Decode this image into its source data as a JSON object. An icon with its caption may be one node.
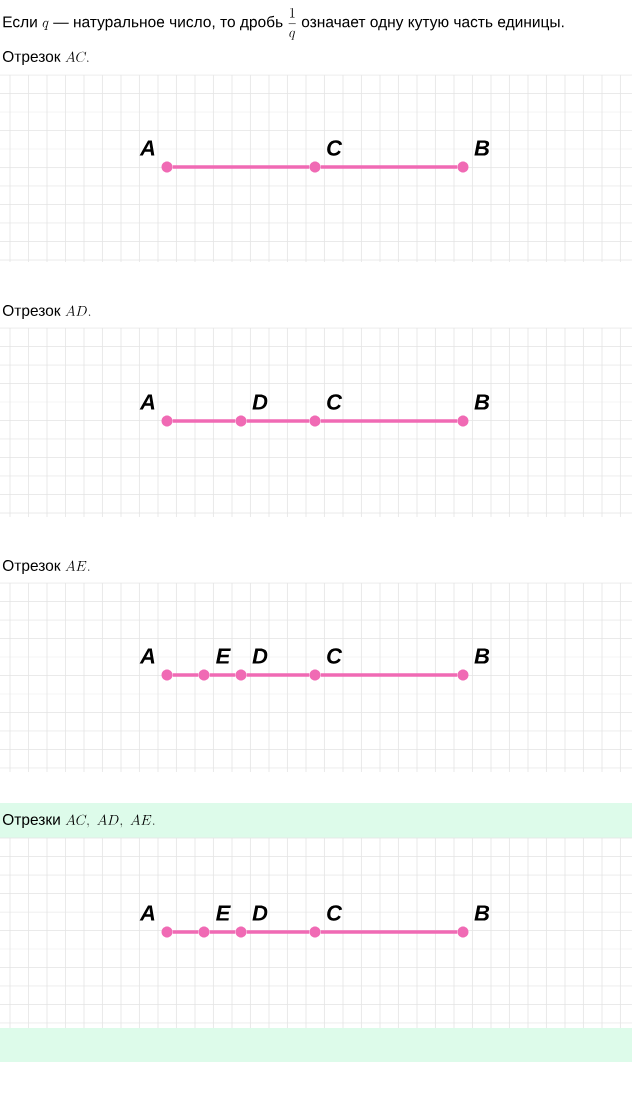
{
  "diagram": {
    "nodes": [
      {
        "text": [],
        "shape": "circle",
        "beside": [
          "A"
        ]
      },
      {
        "text": [],
        "shape": "circle",
        "beside": [
          "C"
        ]
      },
      {
        "text": [],
        "shape": "circle",
        "beside": [
          "B"
        ]
      },
      {
        "text": [],
        "shape": "circle",
        "beside": [
          "A"
        ]
      },
      {
        "text": [],
        "shape": "circle",
        "beside": [
          "D"
        ]
      },
      {
        "text": [],
        "shape": "circle",
        "beside": [
          "C"
        ]
      },
      {
        "text": [],
        "shape": "circle",
        "beside": [
          "B"
        ]
      },
      {
        "text": [],
        "shape": "circle",
        "beside": [
          "A"
        ]
      },
      {
        "text": [],
        "shape": "circle",
        "beside": [
          "E"
        ]
      },
      {
        "text": [],
        "shape": "circle",
        "beside": [
          "D"
        ]
      },
      {
        "text": [],
        "shape": "circle",
        "beside": [
          "C"
        ]
      },
      {
        "text": [],
        "shape": "circle",
        "beside": [
          "B"
        ]
      },
      {
        "text": [],
        "shape": "circle",
        "beside": [
          "A"
        ]
      },
      {
        "text": [],
        "shape": "circle",
        "beside": [
          "E"
        ]
      },
      {
        "text": [],
        "shape": "circle",
        "beside": [
          "D"
        ]
      },
      {
        "text": [],
        "shape": "circle",
        "beside": [
          "C"
        ]
      },
      {
        "text": [],
        "shape": "circle",
        "beside": [
          "B"
        ]
      }
    ],
    "edges": [
      {
        "from": 0,
        "to": 1,
        "arrow": "none"
      },
      {
        "from": 1,
        "to": 2,
        "arrow": "none"
      },
      {
        "from": 3,
        "to": 4,
        "arrow": "none"
      },
      {
        "from": 4,
        "to": 5,
        "arrow": "none"
      },
      {
        "from": 5,
        "to": 6,
        "arrow": "none"
      },
      {
        "from": 7,
        "to": 8,
        "arrow": "none"
      },
      {
        "from": 8,
        "to": 9,
        "arrow": "none"
      },
      {
        "from": 9,
        "to": 10,
        "arrow": "none"
      },
      {
        "from": 10,
        "to": 11,
        "arrow": "none"
      },
      {
        "from": 12,
        "to": 13,
        "arrow": "none"
      },
      {
        "from": 13,
        "to": 14,
        "arrow": "none"
      },
      {
        "from": 14,
        "to": 15,
        "arrow": "none"
      },
      {
        "from": 15,
        "to": 16,
        "arrow": "none"
      }
    ],
    "labels": [
      "\\text{Если } q \\text{ — натуральное число, то дробь } \\dfrac{1}{q} \\text{ означает одну кутую часть единицы.}",
      "\\text{Отрезок } AC.",
      "\\text{Отрезок } AD.",
      "\\text{Отрезок } AE.",
      "\\text{Отрезки } AC,\\ AD,\\ AE."
    ]
  }
}
